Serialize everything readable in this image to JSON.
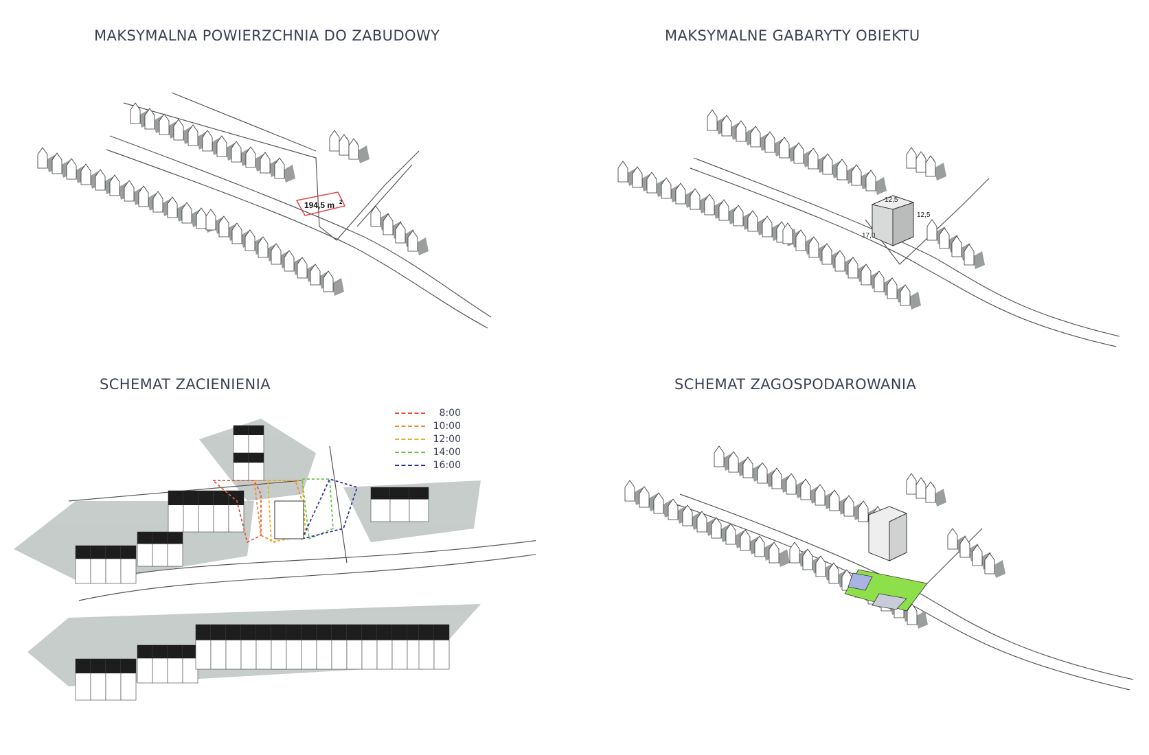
{
  "titles": {
    "top_left": "MAKSYMALNA POWIERZCHNIA DO ZABUDOWY",
    "top_right": "MAKSYMALNE GABARYTY OBIEKTU",
    "bottom_left": "SCHEMAT ZACIENIENIA",
    "bottom_right": "SCHEMAT ZAGOSPODAROWANIA"
  },
  "area_label": "194,5 m",
  "area_sup": "2",
  "dimensions": {
    "width": "12,5",
    "height": "12,5",
    "length": "17,0"
  },
  "shadow_legend": [
    {
      "time": "8:00",
      "color": "#e2533a"
    },
    {
      "time": "10:00",
      "color": "#f08a2a"
    },
    {
      "time": "12:00",
      "color": "#e6b21e"
    },
    {
      "time": "14:00",
      "color": "#6cc24a"
    },
    {
      "time": "16:00",
      "color": "#2a2fa8"
    }
  ],
  "colors": {
    "area_outline": "#e04848",
    "green_zone": "#8ee04a",
    "blue_zone": "#a9b4e4",
    "shadow": "#b3bcb8",
    "dark_roof": "#1d1d1d"
  }
}
